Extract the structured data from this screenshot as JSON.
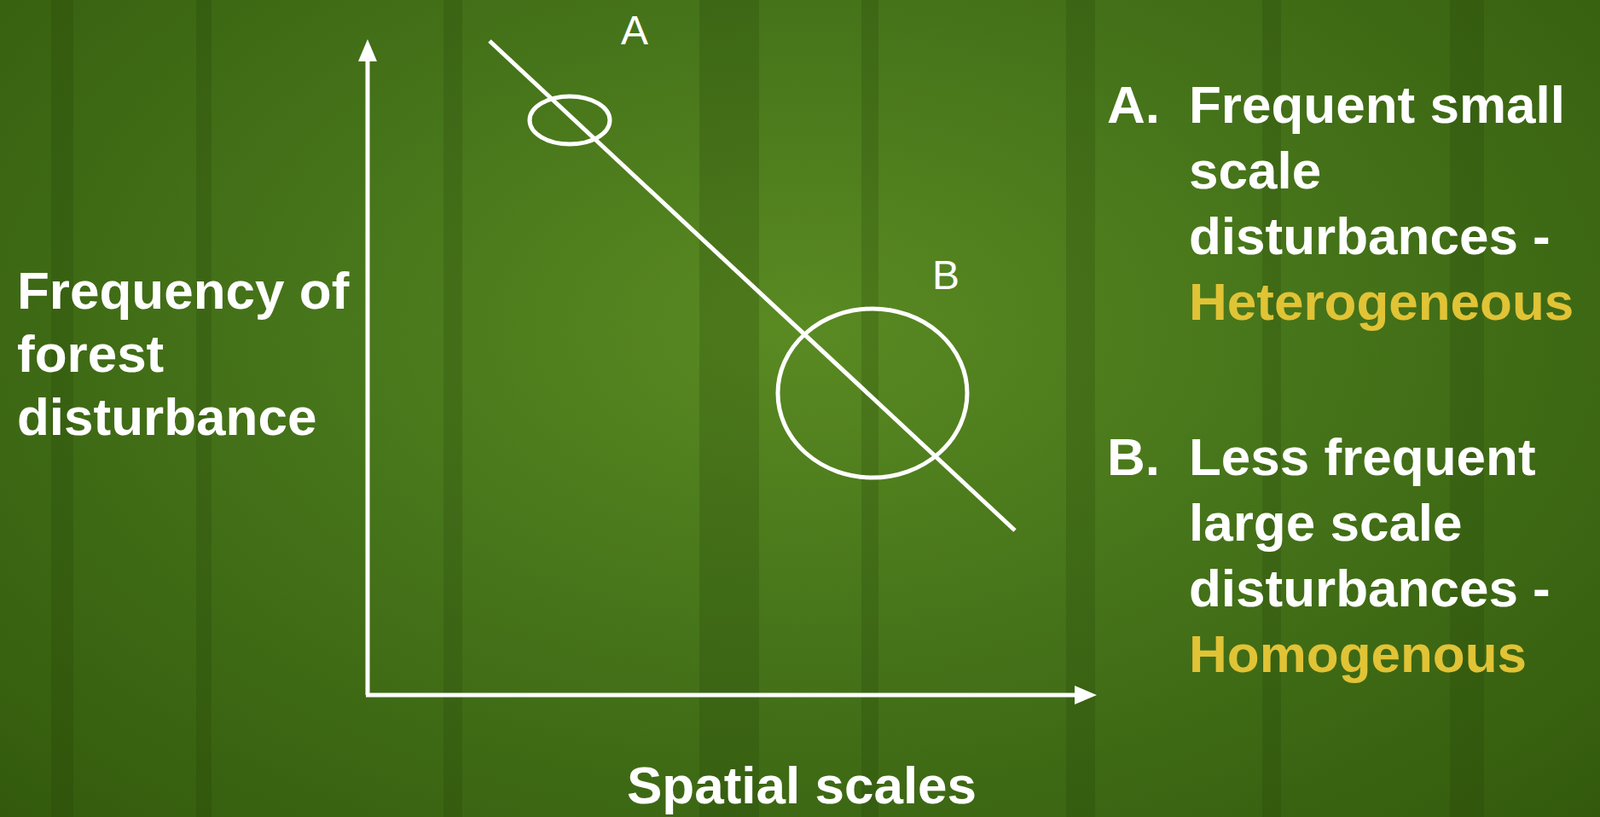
{
  "diagram": {
    "nodes": [
      {
        "text": [
          "A"
        ]
      },
      {
        "text": [
          "B"
        ]
      }
    ],
    "labels": [
      "Frequency of forest disturbance",
      "Spatial scales",
      "A.",
      "Frequent small scale disturbances -",
      "Heterogeneous",
      "B.",
      "Less frequent large scale disturbances -",
      "Homogenous"
    ]
  }
}
